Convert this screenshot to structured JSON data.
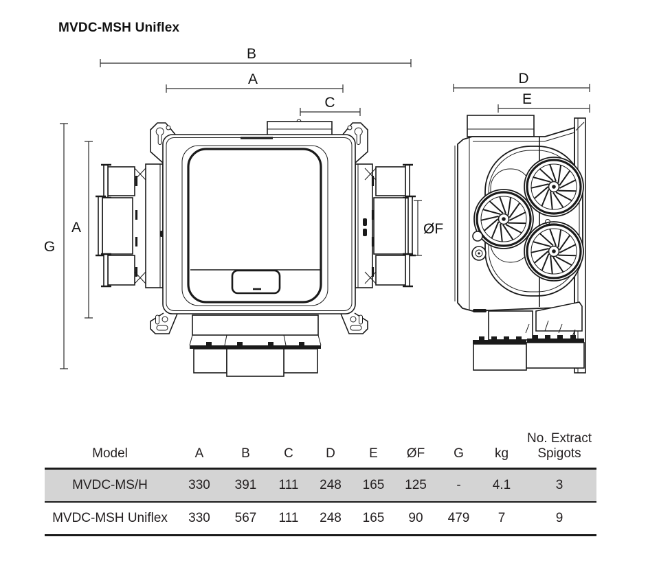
{
  "title": "MVDC-MSH Uniflex",
  "diagram": {
    "front_view_dims": {
      "b": "B",
      "a_top": "A",
      "c": "C",
      "g": "G",
      "a_left": "A",
      "f": "ØF"
    },
    "side_view_dims": {
      "d": "D",
      "e": "E"
    }
  },
  "table": {
    "columns": [
      "Model",
      "A",
      "B",
      "C",
      "D",
      "E",
      "ØF",
      "G",
      "kg"
    ],
    "last_column": {
      "line1": "No. Extract",
      "line2": "Spigots"
    },
    "rows": [
      [
        "MVDC-MS/H",
        "330",
        "391",
        "111",
        "248",
        "165",
        "125",
        "-",
        "4.1",
        "3"
      ],
      [
        "MVDC-MSH Uniflex",
        "330",
        "567",
        "111",
        "248",
        "165",
        "90",
        "479",
        "7",
        "9"
      ]
    ]
  },
  "colors": {
    "line": "#1a1a1a",
    "highlight_row": "#d4d4d4"
  }
}
